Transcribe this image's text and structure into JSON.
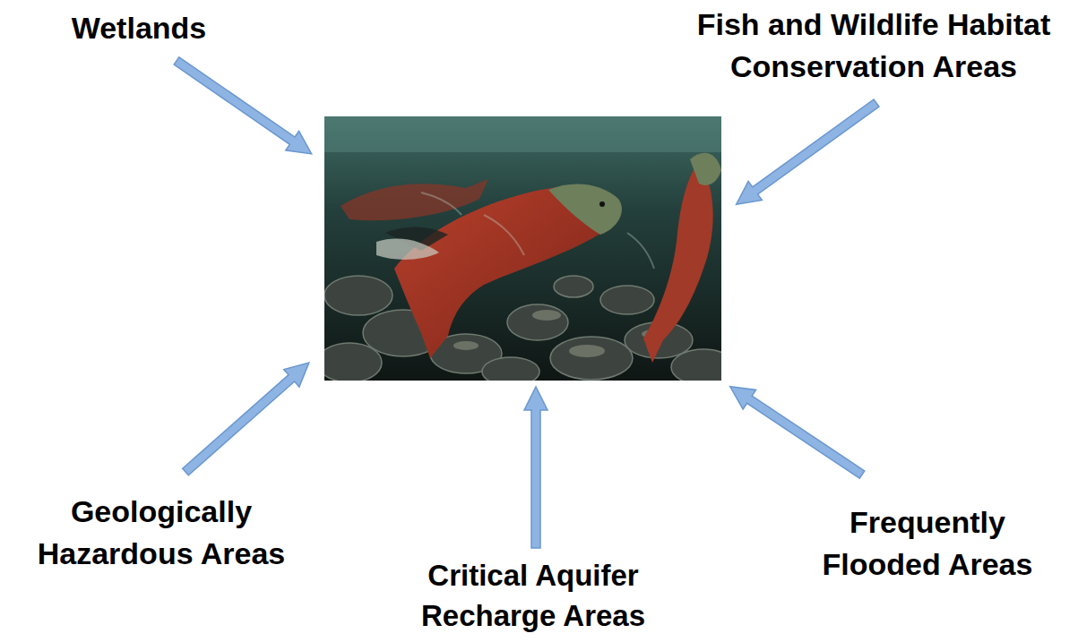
{
  "diagram": {
    "labels": [
      "Wetlands",
      "Fish and Wildlife Habitat Conservation Areas",
      "Geologically Hazardous Areas",
      "Critical Aquifer Recharge Areas",
      "Frequently Flooded Areas"
    ]
  }
}
